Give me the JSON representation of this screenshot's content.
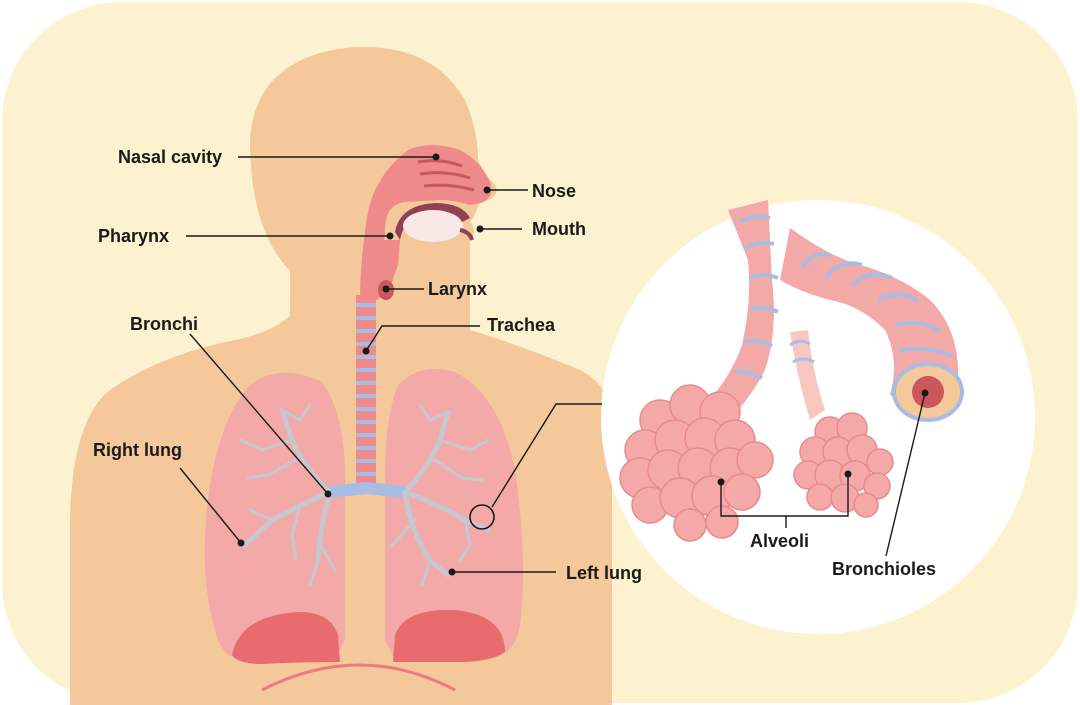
{
  "labels": {
    "nasal_cavity": "Nasal cavity",
    "nose": "Nose",
    "mouth": "Mouth",
    "pharynx": "Pharynx",
    "larynx": "Larynx",
    "trachea": "Trachea",
    "bronchi": "Bronchi",
    "right_lung": "Right lung",
    "left_lung": "Left lung",
    "alveoli": "Alveoli",
    "bronchioles": "Bronchioles"
  },
  "colors": {
    "background_panel": "#FCF2CF",
    "skin": "#F4C89A",
    "airway_pink": "#EF8A8A",
    "lung_pink": "#F3A9A7",
    "lung_dark": "#E86B6E",
    "cartilage_blue": "#A8BDE3",
    "bronchial_tree": "#C5C9CF",
    "alveoli_fill": "#F5A8A8",
    "zoom_circle": "#FFFFFF"
  }
}
